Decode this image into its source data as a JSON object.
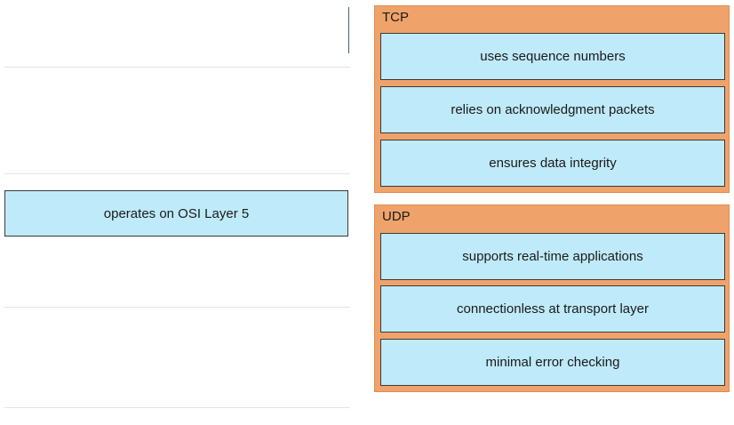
{
  "source": {
    "items": [
      "operates on OSI Layer 5"
    ]
  },
  "targets": [
    {
      "title": "TCP",
      "items": [
        "uses sequence numbers",
        "relies on acknowledgment packets",
        "ensures data integrity"
      ]
    },
    {
      "title": "UDP",
      "items": [
        "supports real-time applications",
        "connectionless at transport layer",
        "minimal error checking"
      ]
    }
  ],
  "colors": {
    "item_fill": "#bfeaf9",
    "group_fill": "#efa36b"
  }
}
